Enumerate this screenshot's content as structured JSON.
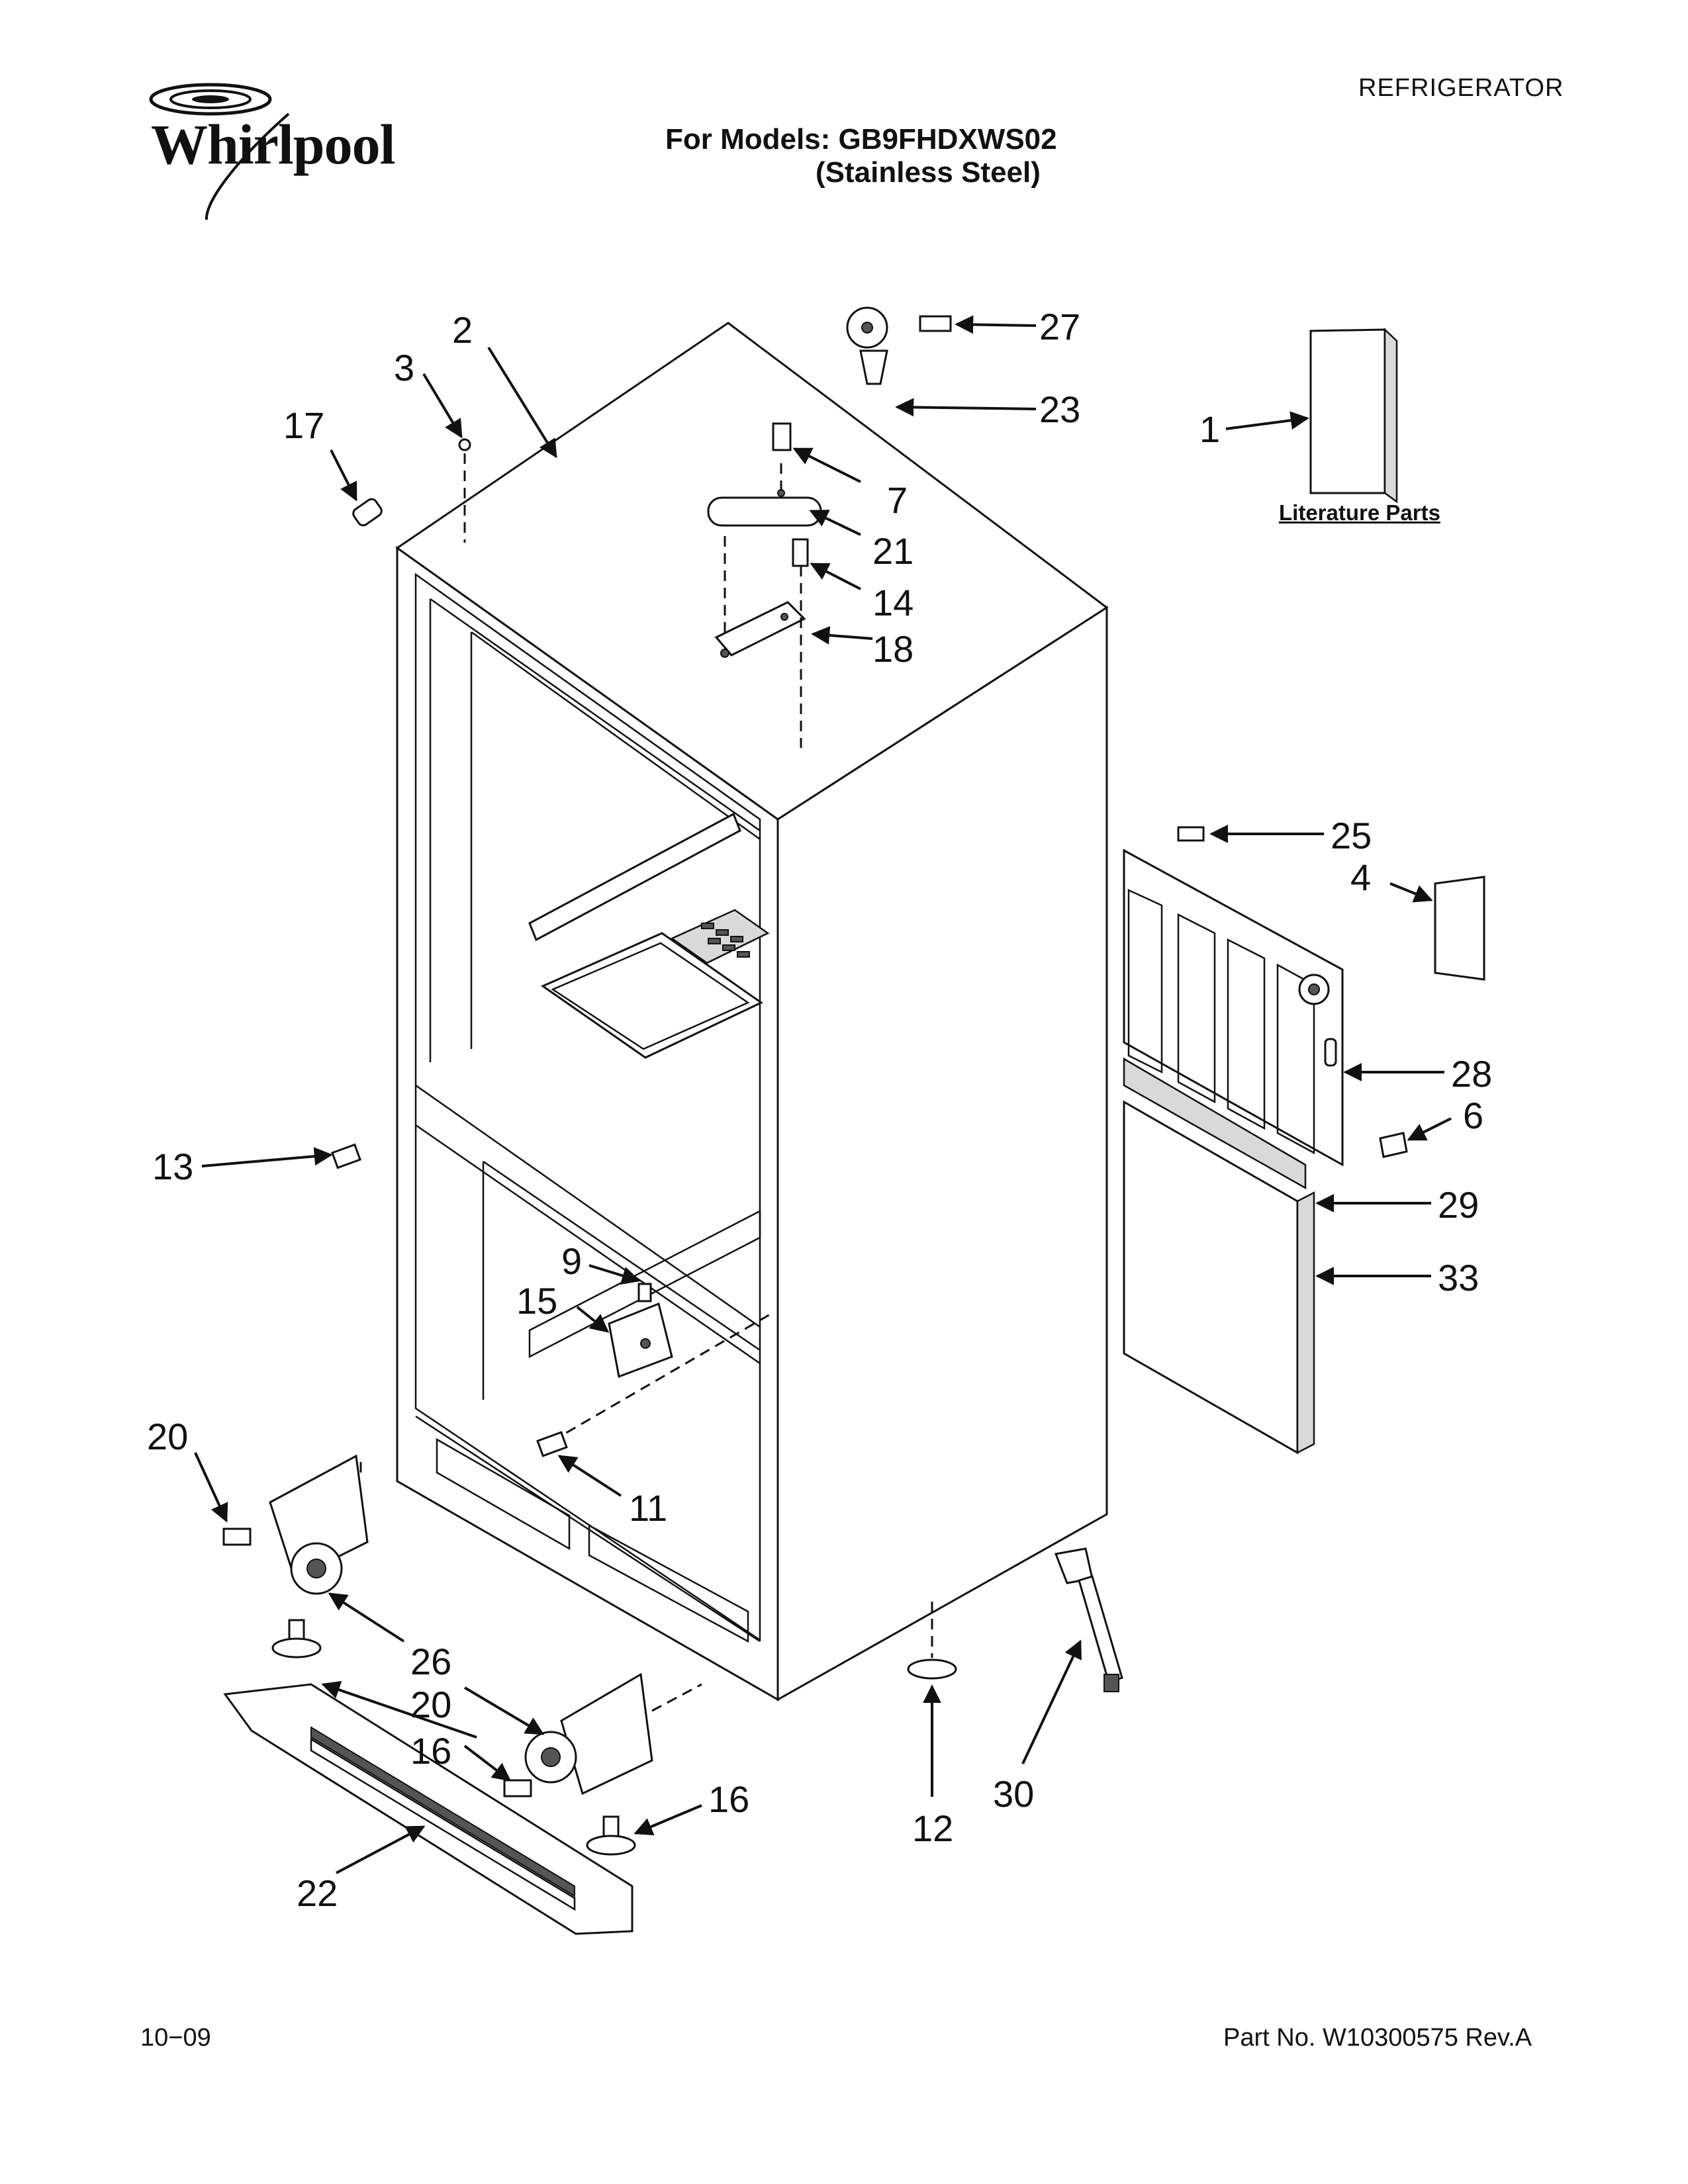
{
  "brand": {
    "logo_text": "Whirlpool"
  },
  "header": {
    "appliance_type": "REFRIGERATOR",
    "models_line": "For Models: GB9FHDXWS02",
    "finish_line": "(Stainless Steel)"
  },
  "literature_label": "Literature Parts",
  "callouts": [
    "1",
    "2",
    "3",
    "4",
    "6",
    "7",
    "9",
    "11",
    "12",
    "13",
    "14",
    "15",
    "16",
    "16",
    "17",
    "18",
    "20",
    "20",
    "21",
    "22",
    "23",
    "25",
    "26",
    "27",
    "28",
    "29",
    "30",
    "33"
  ],
  "footer": {
    "date": "10−09",
    "part_number": "Part No. W10300575 Rev.A"
  }
}
